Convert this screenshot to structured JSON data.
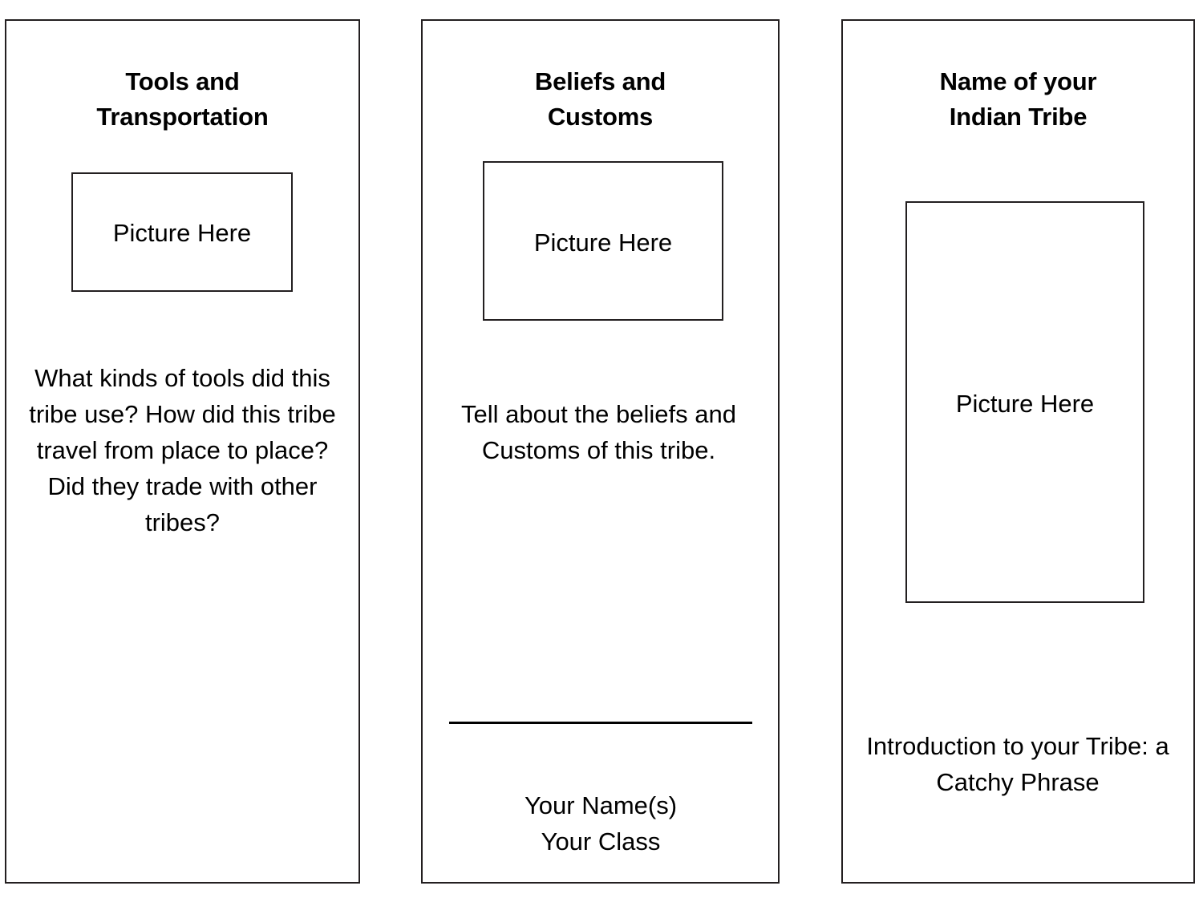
{
  "document": {
    "type": "tri-fold-brochure-template",
    "background_color": "#ffffff",
    "border_color": "#231f20",
    "text_color": "#000000"
  },
  "panels": [
    {
      "id": "tools-and-transportation",
      "title": "Tools and\nTransportation",
      "picture_placeholder": "Picture Here",
      "body": "What kinds of tools did this tribe use? How did this tribe travel from place to place? Did they trade with other tribes?"
    },
    {
      "id": "beliefs-and-customs",
      "title": "Beliefs and\nCustoms",
      "picture_placeholder": "Picture Here",
      "body": "Tell about the beliefs and Customs of this tribe.",
      "signature": "Your Name(s)\nYour Class"
    },
    {
      "id": "name-of-your-indian-tribe",
      "title": "Name of your\nIndian Tribe",
      "picture_placeholder": "Picture Here",
      "body": "Introduction to your Tribe: a Catchy Phrase"
    }
  ]
}
